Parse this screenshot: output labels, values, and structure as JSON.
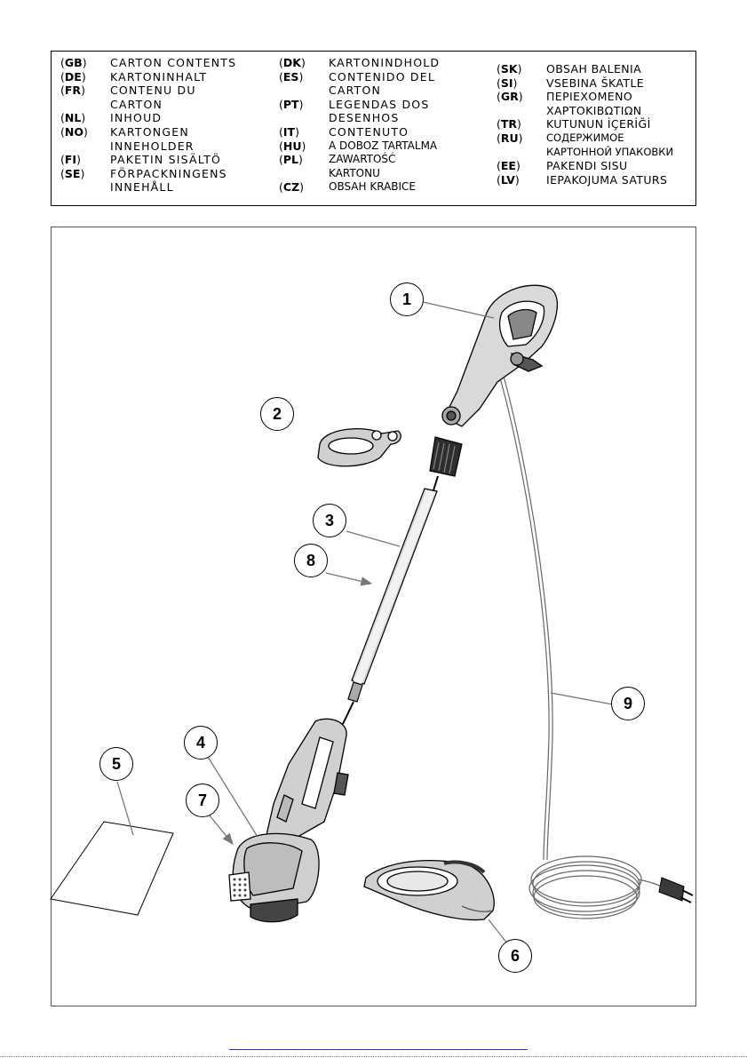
{
  "legend": {
    "col1": [
      {
        "code": "GB",
        "text": "CARTON CONTENTS"
      },
      {
        "code": "DE",
        "text": "KARTONINHALT"
      },
      {
        "code": "FR",
        "text": "CONTENU DU\nCARTON"
      },
      {
        "code": "NL",
        "text": "INHOUD"
      },
      {
        "code": "NO",
        "text": "KARTONGEN\nINNEHOLDER"
      },
      {
        "code": "FI",
        "text": "PAKETIN SISÄLTÖ"
      },
      {
        "code": "SE",
        "text": "FÖRPACKNINGENS\nINNEHÅLL"
      }
    ],
    "col2": [
      {
        "code": "DK",
        "text": "KARTONINDHOLD"
      },
      {
        "code": "ES",
        "text": "CONTENIDO DEL\nCARTON"
      },
      {
        "code": "PT",
        "text": "LEGENDAS DOS\nDESENHOS"
      },
      {
        "code": "IT",
        "text": "CONTENUTO"
      },
      {
        "code": "HU",
        "text": "A DOBOZ TARTALMA"
      },
      {
        "code": "PL",
        "text": "ZAWARTOŚĆ\nKARTONU"
      },
      {
        "code": "CZ",
        "text": "OBSAH KRABICE"
      }
    ],
    "col3": [
      {
        "code": "SK",
        "text": "OBSAH BALENIA"
      },
      {
        "code": "SI",
        "text": "VSEBINA ŠKATLE"
      },
      {
        "code": "GR",
        "text": "ΠΕΡΙΕΧΟΜΕΝΟ\nΧΑΡΤΟΚΙΒΩΤΙΩΝ"
      },
      {
        "code": "TR",
        "text": "KUTUNUN İÇERİĞİ"
      },
      {
        "code": "RU",
        "text": "СОДЕРЖИМОЕ\nКАРТОННОЙ УПАКОВКИ"
      },
      {
        "code": "EE",
        "text": "PAKENDI SISU"
      },
      {
        "code": "LV",
        "text": "IEPAKOJUMA SATURS"
      }
    ]
  },
  "callouts": {
    "n1": "1",
    "n2": "2",
    "n3": "3",
    "n4": "4",
    "n5": "5",
    "n6": "6",
    "n7": "7",
    "n8": "8",
    "n9": "9"
  }
}
